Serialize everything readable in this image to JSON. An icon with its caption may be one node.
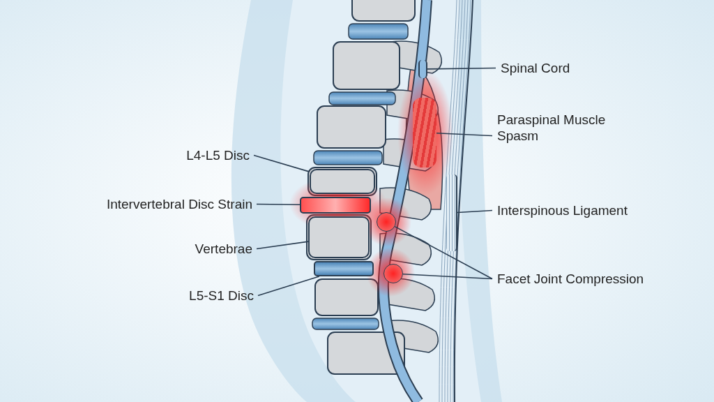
{
  "diagram": {
    "nodes": [
      {
        "text": [
          "Spinal Cord"
        ]
      },
      {
        "text": [
          "Paraspinal Muscle Spasm"
        ]
      },
      {
        "text": [
          "L4-L5 Disc"
        ]
      },
      {
        "text": [
          "Intervertebral Disc Strain"
        ]
      },
      {
        "text": [
          "Interspinous Ligament"
        ]
      },
      {
        "text": [
          "Vertebrae"
        ]
      },
      {
        "text": [
          "Facet Joint Compression"
        ]
      },
      {
        "text": [
          "L5-S1 Disc"
        ]
      },
      {
        "text": [],
        "shape": "bar"
      },
      {
        "text": [],
        "shape": "picture"
      },
      {
        "text": [],
        "shape": "box"
      },
      {
        "text": [],
        "shape": "bar"
      },
      {
        "text": [],
        "shape": "bar"
      },
      {
        "text": [],
        "shape": "box"
      },
      {
        "text": [],
        "shape": "circle"
      },
      {
        "text": [],
        "shape": "circle"
      },
      {
        "text": [],
        "shape": "bar"
      }
    ],
    "edges": [
      {
        "from": 0,
        "to": 8,
        "arrow": "none"
      },
      {
        "from": 1,
        "to": 9,
        "arrow": "none"
      },
      {
        "from": 2,
        "to": 10,
        "arrow": "none"
      },
      {
        "from": 3,
        "to": 11,
        "arrow": "none"
      },
      {
        "from": 4,
        "to": 12,
        "arrow": "none"
      },
      {
        "from": 5,
        "to": 13,
        "arrow": "none"
      },
      {
        "from": 6,
        "to": 14,
        "arrow": "none"
      },
      {
        "from": 6,
        "to": 15,
        "arrow": "none"
      },
      {
        "from": 7,
        "to": 16,
        "arrow": "none"
      }
    ]
  }
}
